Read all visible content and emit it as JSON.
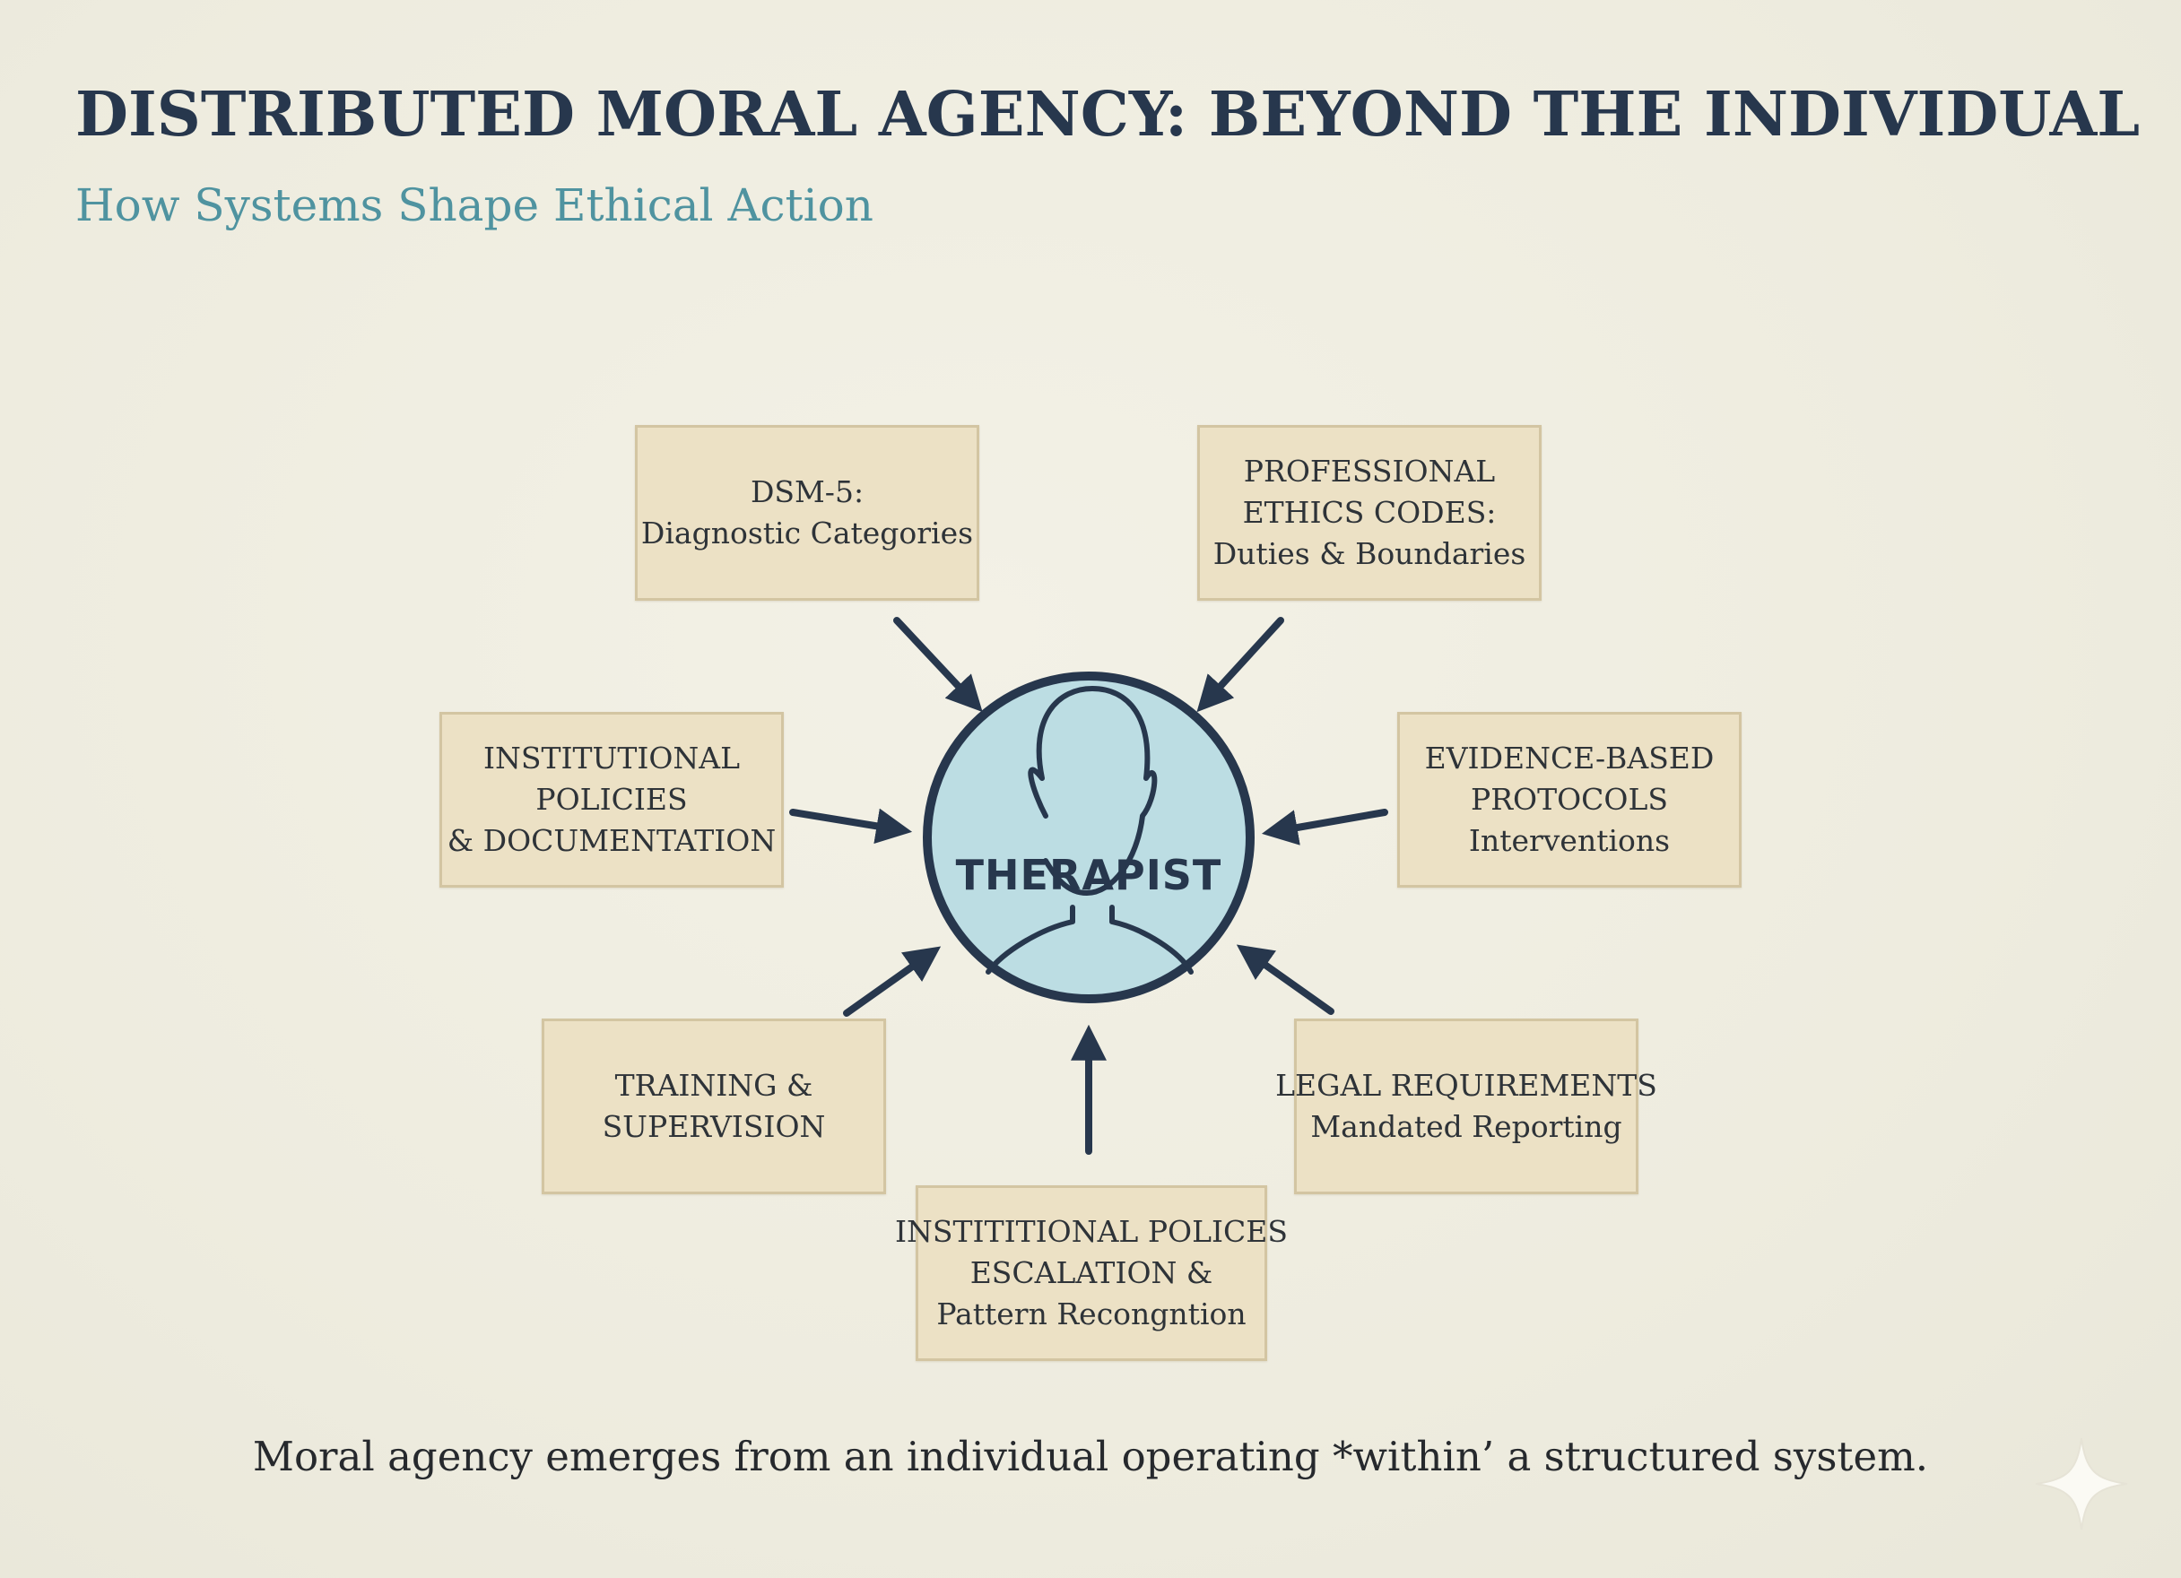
{
  "header": {
    "title": "DISTRIBUTED MORAL AGENCY: BEYOND THE INDIVIDUAL",
    "subtitle": "How Systems Shape Ethical Action"
  },
  "center": {
    "label": "THERAPIST",
    "icon": "person-silhouette-icon"
  },
  "nodes": {
    "dsm": {
      "lines": [
        "DSM-5:",
        "Diagnostic Categories"
      ]
    },
    "ethics": {
      "lines": [
        "PROFESSIONAL",
        "ETHICS CODES:",
        "Duties & Boundaries"
      ]
    },
    "institutional": {
      "lines": [
        "INSTITUTIONAL",
        "POLICIES",
        "& DOCUMENTATION"
      ]
    },
    "evidence": {
      "lines": [
        "EVIDENCE-BASED",
        "PROTOCOLS",
        "Interventions"
      ]
    },
    "training": {
      "lines": [
        "TRAINING &",
        "SUPERVISION"
      ]
    },
    "legal": {
      "lines": [
        "LEGAL REQUIREMENTS",
        "Mandated Reporting"
      ]
    },
    "escalation": {
      "lines": [
        "INSTITITIONAL POLICES",
        "ESCALATION &",
        "Pattern Recongntion"
      ]
    }
  },
  "caption": "Moral agency emerges from an individual operating *within’ a structured system.",
  "colors": {
    "background": "#efede1",
    "title": "#27374d",
    "subtitle": "#4f93a0",
    "box_fill": "#ece1c5",
    "box_border": "#d3c5a2",
    "circle_fill": "#bcdde3",
    "arrow": "#27374d"
  }
}
